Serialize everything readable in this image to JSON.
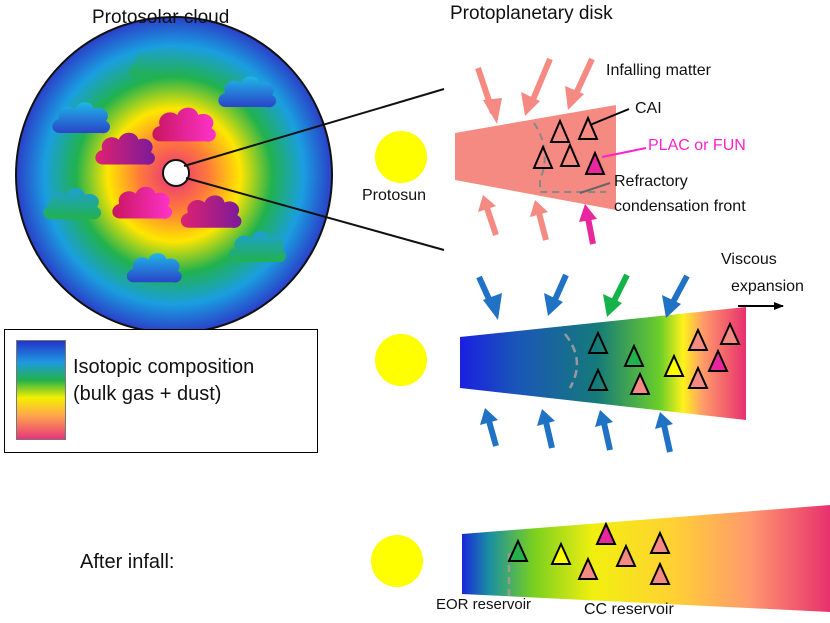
{
  "titles": {
    "cloud": "Protosolar cloud",
    "disk": "Protoplanetary disk"
  },
  "labels": {
    "infalling_matter": "Infalling matter",
    "cai": "CAI",
    "plac_fun": "PLAC or FUN",
    "protosun": "Protosun",
    "front_line1": "Refractory",
    "front_line2": "condensation front",
    "viscous_line1": "Viscous",
    "viscous_line2": "expansion",
    "after_infall": "After infall:",
    "eor_reservoir": "EOR reservoir",
    "cc_reservoir": "CC reservoir"
  },
  "legend": {
    "line1": "Isotopic composition",
    "line2": "(bulk gas + dust)"
  },
  "colors": {
    "magenta_label": "#ff22cc",
    "infall_pink": "#f48a82",
    "infall_blue": "#1f72c4",
    "infall_green": "#14b34a",
    "cai_magenta": "#e8279f",
    "sun_yellow": "#ffff00"
  }
}
